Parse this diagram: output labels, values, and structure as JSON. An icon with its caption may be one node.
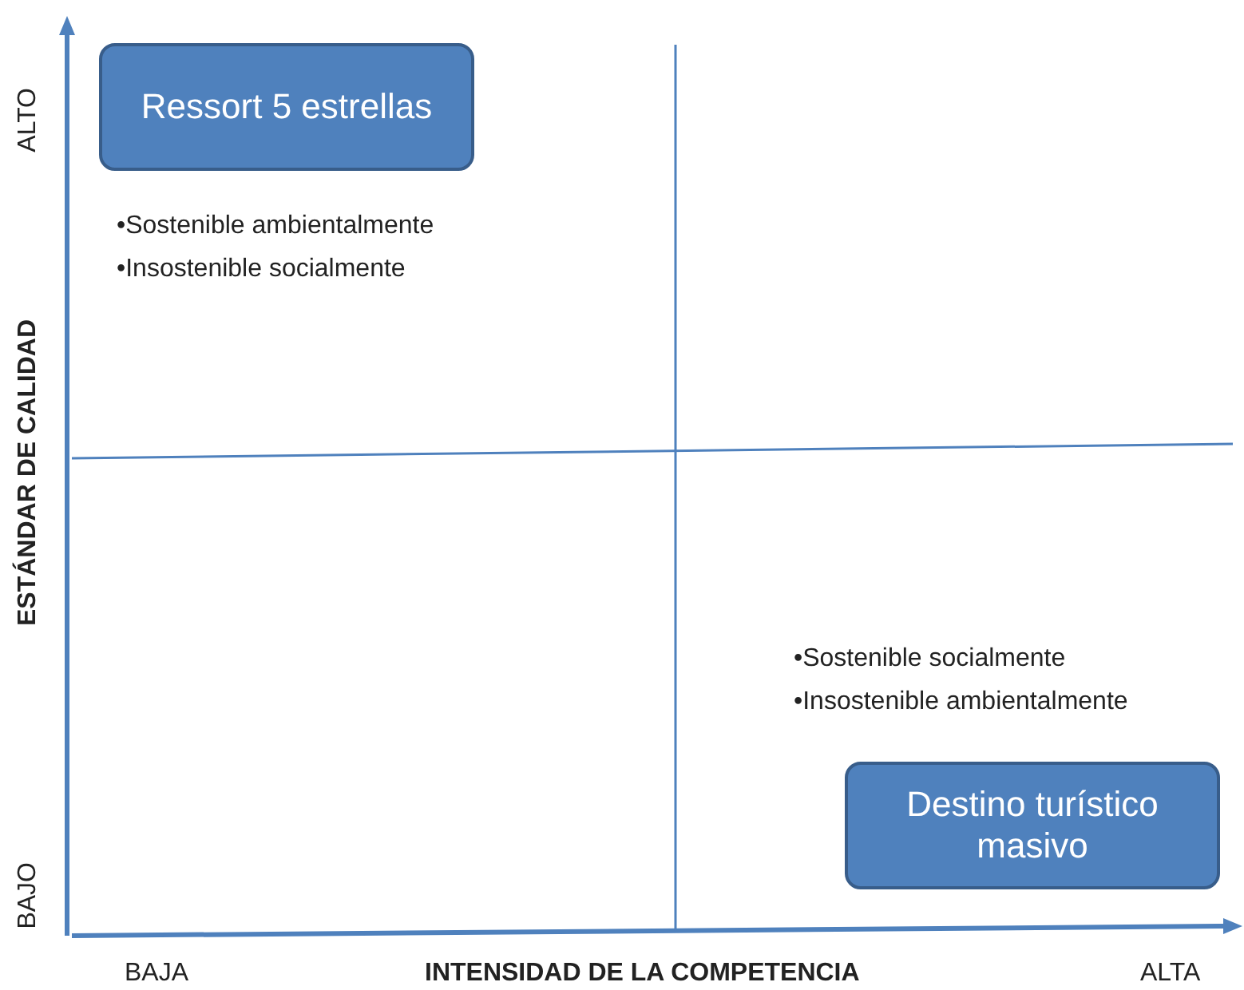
{
  "diagram": {
    "nodes": [
      {
        "text": [
          "Ressort 5 estrellas"
        ]
      },
      {
        "text": [
          "Destino turístico masivo"
        ]
      }
    ],
    "edges": [],
    "labels": [
      "ALTO",
      "•Sostenible ambientalmente",
      "•Insostenible socialmente",
      "ESTÁNDAR DE CALIDAD",
      "•Sostenible socialmente",
      "•Insostenible ambientalmente",
      "BAJO",
      "BAJA",
      "INTENSIDAD DE LA COMPETENCIA",
      "ALTA"
    ]
  }
}
